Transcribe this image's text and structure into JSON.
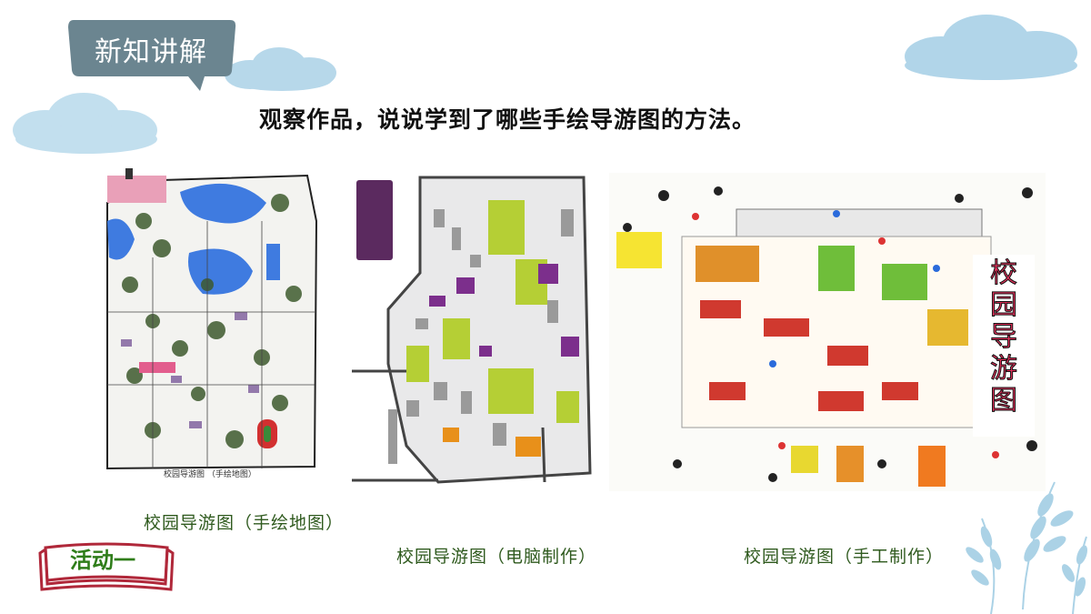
{
  "header": {
    "section_tag": "新知讲解",
    "instruction": "观察作品，说说学到了哪些手绘导游图的方法。"
  },
  "maps": [
    {
      "caption": "校园导游图（手绘地图）",
      "inner_caption": "校园导游图 （手绘地图）"
    },
    {
      "caption": "校园导游图（电脑制作）"
    },
    {
      "caption": "校园导游图（手工制作）",
      "side_title": "校园导游图"
    }
  ],
  "activity": {
    "label": "活动一"
  },
  "colors": {
    "tag_bg": "#6b8590",
    "caption": "#2f5a1e",
    "activity_text": "#2f7d1a",
    "activity_border": "#b0283a",
    "cloud": "#8fc3de"
  }
}
